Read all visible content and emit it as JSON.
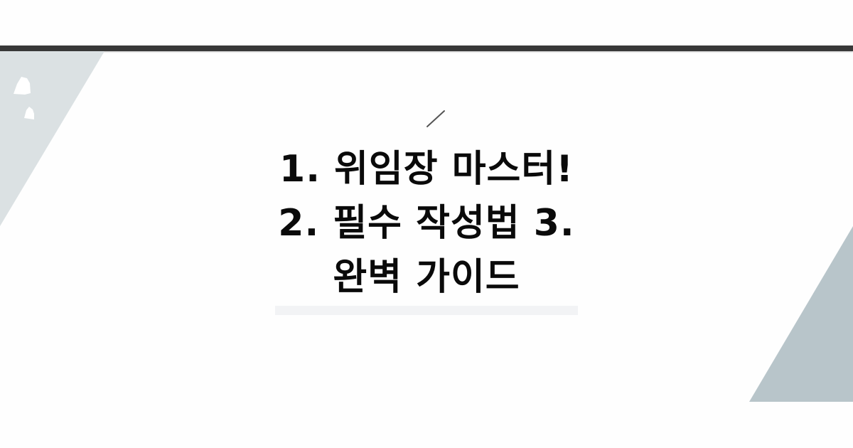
{
  "banner": {
    "title_lines": [
      "1. 위임장 마스터!",
      "2. 필수 작성법 3.",
      "완벽 가이드"
    ],
    "title_full": "1. 위임장 마스터! 2. 필수 작성법 3. 완벽 가이드"
  },
  "colors": {
    "background": "#fefefe",
    "top_bar": "#383838",
    "left_triangle": "#dbe1e3",
    "right_triangle": "#b8c5ca",
    "title_text": "#0a0a0a",
    "underline_bar": "#f2f3f5"
  }
}
